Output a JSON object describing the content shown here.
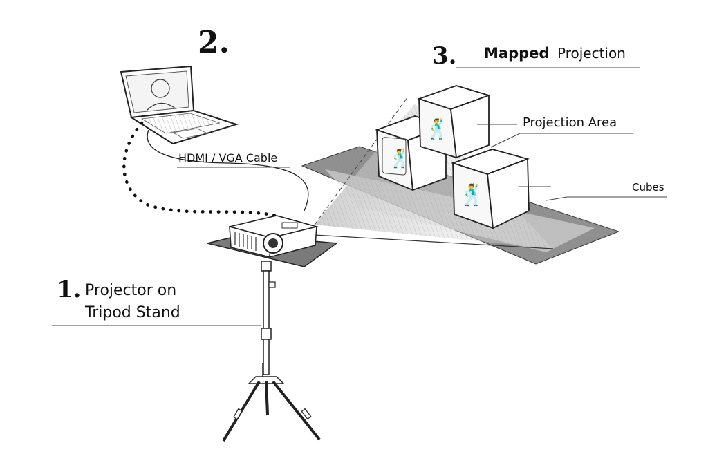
{
  "diagram": {
    "title": "Projection mapping setup",
    "steps": [
      {
        "number": "1.",
        "label_line1": "Projector on",
        "label_line2": "Tripod Stand"
      },
      {
        "number": "2.",
        "label": ""
      },
      {
        "number": "3.",
        "label_bold": "Mapped",
        "label_rest": "Projection"
      }
    ],
    "callouts": {
      "cable": "HDMI / VGA Cable",
      "projection_area": "Projection Area",
      "cubes": "Cubes"
    },
    "colors": {
      "ink": "#111111",
      "floor_shadow": "#8a8a8a",
      "beam": "#c8c8c8"
    }
  }
}
